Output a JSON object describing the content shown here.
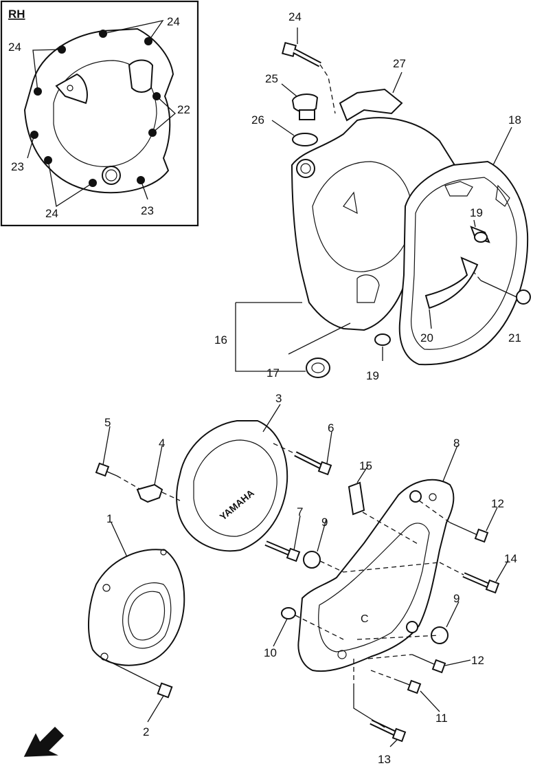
{
  "inset": {
    "title": "RH"
  },
  "labels": {
    "inset_24_top": "24",
    "inset_24_left": "24",
    "inset_22": "22",
    "inset_23_left": "23",
    "inset_24_bottom": "24",
    "inset_23_bottom": "23",
    "p24": "24",
    "p27": "27",
    "p25": "25",
    "p26": "26",
    "p18": "18",
    "p19a": "19",
    "p16": "16",
    "p17": "17",
    "p19b": "19",
    "p20": "20",
    "p21": "21",
    "p3": "3",
    "p5": "5",
    "p4": "4",
    "p6": "6",
    "p8": "8",
    "p15": "15",
    "p7": "7",
    "p9a": "9",
    "p12a": "12",
    "p14": "14",
    "p1": "1",
    "p9b": "9",
    "p10": "10",
    "p12b": "12",
    "p11": "11",
    "p2": "2",
    "p13": "13"
  },
  "cover_logo": "YAMAHA",
  "icons": {
    "front_arrow": "arrow-down-left-icon"
  }
}
